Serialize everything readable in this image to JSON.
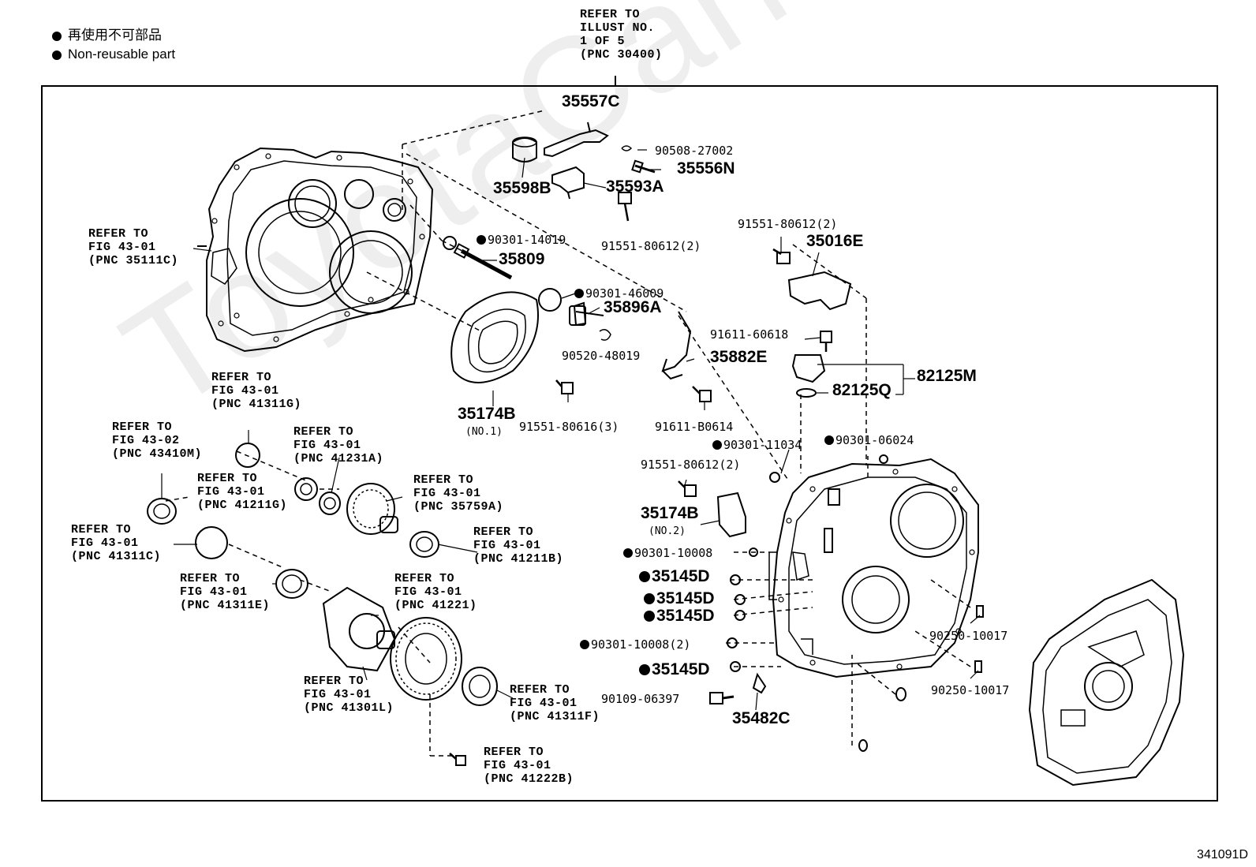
{
  "legend": {
    "line_jp": "再使用不可部品",
    "line_en": "Non-reusable part"
  },
  "watermark": "ToyotaCarMine.ru",
  "figure_code": "341091D",
  "top_ref": "REFER TO\nILLUST NO.\n1 OF 5\n(PNC 30400)",
  "parts": {
    "p35557C": "35557C",
    "p90508": "90508-27002",
    "p35556N": "35556N",
    "p35598B": "35598B",
    "p35593A": "35593A",
    "p91551_2a": "91551-80612(2)",
    "p91551_2b": "91551-80612(2)",
    "p35016E": "35016E",
    "p90301_14019": "90301-14019",
    "p35809": "35809",
    "p90301_46009": "90301-46009",
    "p35896A": "35896A",
    "p90520": "90520-48019",
    "p91611_60618": "91611-60618",
    "p35882E": "35882E",
    "p82125M": "82125M",
    "p82125Q": "82125Q",
    "p35174B1": "35174B",
    "p35174B1_sub": "(NO.1)",
    "p91551_3": "91551-80616(3)",
    "p91611_B": "91611-B0614",
    "p90301_11034": "90301-11034",
    "p90301_06024": "90301-06024",
    "p91551_2c": "91551-80612(2)",
    "p35174B2": "35174B",
    "p35174B2_sub": "(NO.2)",
    "p90301_10008": "90301-10008",
    "p35145D_a": "35145D",
    "p35145D_b": "35145D",
    "p35145D_c": "35145D",
    "p90301_10008_2": "90301-10008(2)",
    "p35145D_d": "35145D",
    "p90109": "90109-06397",
    "p35482C": "35482C",
    "p90250_a": "90250-10017",
    "p90250_b": "90250-10017"
  },
  "refs": {
    "r35111C": "REFER TO\nFIG 43-01\n(PNC 35111C)",
    "r41311G": "REFER TO\nFIG 43-01\n(PNC 41311G)",
    "r43410M": "REFER TO\nFIG 43-02\n(PNC 43410M)",
    "r41231A": "REFER TO\nFIG 43-01\n(PNC 41231A)",
    "r41211G": "REFER TO\nFIG 43-01\n(PNC 41211G)",
    "r35759A": "REFER TO\nFIG 43-01\n(PNC 35759A)",
    "r41311C": "REFER TO\nFIG 43-01\n(PNC 41311C)",
    "r41211B": "REFER TO\nFIG 43-01\n(PNC 41211B)",
    "r41311E": "REFER TO\nFIG 43-01\n(PNC 41311E)",
    "r41221": "REFER TO\nFIG 43-01\n(PNC 41221)",
    "r41301L": "REFER TO\nFIG 43-01\n(PNC 41301L)",
    "r41311F": "REFER TO\nFIG 43-01\n(PNC 41311F)",
    "r41222B": "REFER TO\nFIG 43-01\n(PNC 41222B)"
  }
}
